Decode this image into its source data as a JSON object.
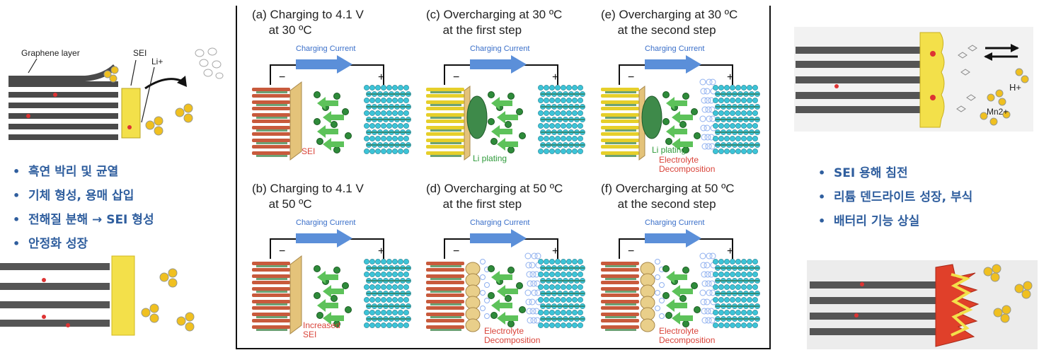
{
  "left_top": {
    "graphene_label": "Graphene layer",
    "sei_label": "SEI",
    "li_label": "Li+"
  },
  "left_bullets": [
    "흑연 박리 및 균열",
    "기체 형성, 용매 삽입",
    "전해질 분해 → SEI 형성",
    "안정화 성장"
  ],
  "right_top": {
    "h_label": "H+",
    "mn_label": "Mn2+"
  },
  "right_bullets": [
    "SEI 용해 침전",
    "리튬 덴드라이트 성장, 부식",
    "배터리 기능 상실"
  ],
  "panels": [
    {
      "id": "a",
      "title": "(a) Charging to 4.1 V\n     at 30 ºC",
      "current": "Charging Current",
      "neg": "−",
      "pos": "+",
      "note": "SEI",
      "note_color": "#d9443a",
      "anode": "red",
      "sei": "wall"
    },
    {
      "id": "c",
      "title": "(c) Overcharging at 30 ºC\n     at the first step",
      "current": "Charging Current",
      "neg": "−",
      "pos": "+",
      "note": "Li plating",
      "note_color": "#2e9a3a",
      "anode": "yellow",
      "sei": "plating"
    },
    {
      "id": "e",
      "title": "(e) Overcharging at 30 ºC\n     at the second step",
      "current": "Charging Current",
      "neg": "−",
      "pos": "+",
      "note": "Li plating",
      "note_color": "#2e9a3a",
      "note2": "Electrolyte\nDecomposition",
      "note2_color": "#d9443a",
      "anode": "yellow",
      "sei": "plating_bubbles"
    },
    {
      "id": "b",
      "title": "(b) Charging to 4.1 V\n     at 50 ºC",
      "current": "Charging Current",
      "neg": "−",
      "pos": "+",
      "note": "Increased\nSEI",
      "note_color": "#d9443a",
      "anode": "red",
      "sei": "wall"
    },
    {
      "id": "d",
      "title": "(d) Overcharging at 50 ºC\n     at the first step",
      "current": "Charging Current",
      "neg": "−",
      "pos": "+",
      "note": "Electrolyte\nDecomposition",
      "note_color": "#d9443a",
      "anode": "red",
      "sei": "thick_bubbles"
    },
    {
      "id": "f",
      "title": "(f) Overcharging at 50 ºC\n     at the second step",
      "current": "Charging Current",
      "neg": "−",
      "pos": "+",
      "note": "Electrolyte\nDecomposition",
      "note_color": "#d9443a",
      "anode": "red",
      "sei": "thick_bubbles"
    }
  ],
  "colors": {
    "bullet_text": "#2f5e9e",
    "graphite": "#555555",
    "sei_yellow": "#f3e04a",
    "li_green": "#2e8b3a",
    "cathode_cyan": "#3cc4d8",
    "current_arrow": "#5b8fd9",
    "dendrite_red": "#e0402a"
  }
}
